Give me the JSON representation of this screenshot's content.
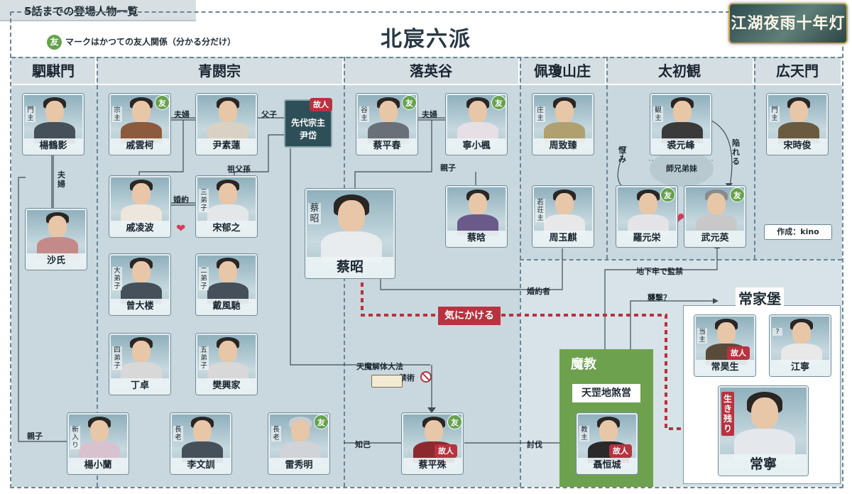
{
  "header": {
    "tab": "5話までの登場人物一覧",
    "logo": "江湖夜雨十年灯"
  },
  "legend": {
    "badge": "友",
    "text": "マークはかつての友人関係（分かる分だけ）"
  },
  "title": "北宸六派",
  "sections": [
    "駟騏門",
    "青閼宗",
    "落英谷",
    "佩瓊山庄",
    "太初観",
    "広天門"
  ],
  "badges": {
    "tomo": "友",
    "enemy": "故人"
  },
  "characters": {
    "yang_heying": {
      "name": "楊鶴影",
      "role": "門主"
    },
    "sha": {
      "name": "沙氏"
    },
    "yang_xiaolan": {
      "name": "楊小蘭",
      "role": "新入り"
    },
    "qi_yunke": {
      "name": "戚雲柯",
      "role": "宗主"
    },
    "yin_sulian": {
      "name": "尹素蓮"
    },
    "yin_dai": {
      "name": "尹岱",
      "title": "先代宗主"
    },
    "qi_lingbo": {
      "name": "戚凌波"
    },
    "song_yuzhi": {
      "name": "宋郁之",
      "role": "三弟子"
    },
    "zeng_dalou": {
      "name": "曾大楼",
      "role": "大弟子"
    },
    "dai_fengchi": {
      "name": "戴風馳",
      "role": "二弟子"
    },
    "ding_zhuo": {
      "name": "丁卓",
      "role": "四弟子"
    },
    "fan_xingjia": {
      "name": "樊興家",
      "role": "五弟子"
    },
    "li_wenxun": {
      "name": "李文訓",
      "role": "長老"
    },
    "lei_xiuming": {
      "name": "雷秀明",
      "role": "長老"
    },
    "cai_pingchun": {
      "name": "蔡平春",
      "role": "谷主"
    },
    "ning_xiaofeng": {
      "name": "寧小楓"
    },
    "cai_zhao": {
      "name": "蔡昭",
      "role": "蔡昭"
    },
    "cai_han": {
      "name": "蔡晗"
    },
    "cai_pingshu": {
      "name": "蔡平殊"
    },
    "zhou_zhizhen": {
      "name": "周致臻",
      "role": "庄主"
    },
    "zhou_yuqi": {
      "name": "周玉麒",
      "role": "若荘主"
    },
    "qiu_yuanfeng": {
      "name": "裘元峰",
      "role": "観主"
    },
    "luo_yuanrong": {
      "name": "羅元栄"
    },
    "wu_yuanying": {
      "name": "武元英"
    },
    "song_shijun": {
      "name": "宋時俊",
      "role": "門主"
    },
    "nie_hengcheng": {
      "name": "聶恒城",
      "role": "教主"
    },
    "chang_haosheng": {
      "name": "常昊生",
      "role": "当主"
    },
    "jiang_ning": {
      "name": "江寧",
      "role": "?"
    },
    "chang_ning": {
      "name": "常寧"
    }
  },
  "relations": {
    "fuufu": "夫婦",
    "fushi": "父子",
    "sofuson": "祖父孫",
    "konyaku": "婚約",
    "oyako": "親子",
    "urami": "恨み",
    "otoshiireru": "陥れる",
    "shikeitei": "師兄弟妹",
    "konyakusha": "婚約者",
    "chikarou": "地下牢で監禁",
    "shugeki": "襲撃？",
    "chiki": "知己",
    "toubatsu": "討伐",
    "tenma": "天魔解体大法",
    "kinjutsu": "禁術"
  },
  "kinikakeru": "気にかける",
  "makyo": {
    "title": "魔教",
    "sub": "天罡地煞営"
  },
  "joka": {
    "title": "常家堡",
    "alive": "生き残り"
  },
  "credit": "作成：kino"
}
